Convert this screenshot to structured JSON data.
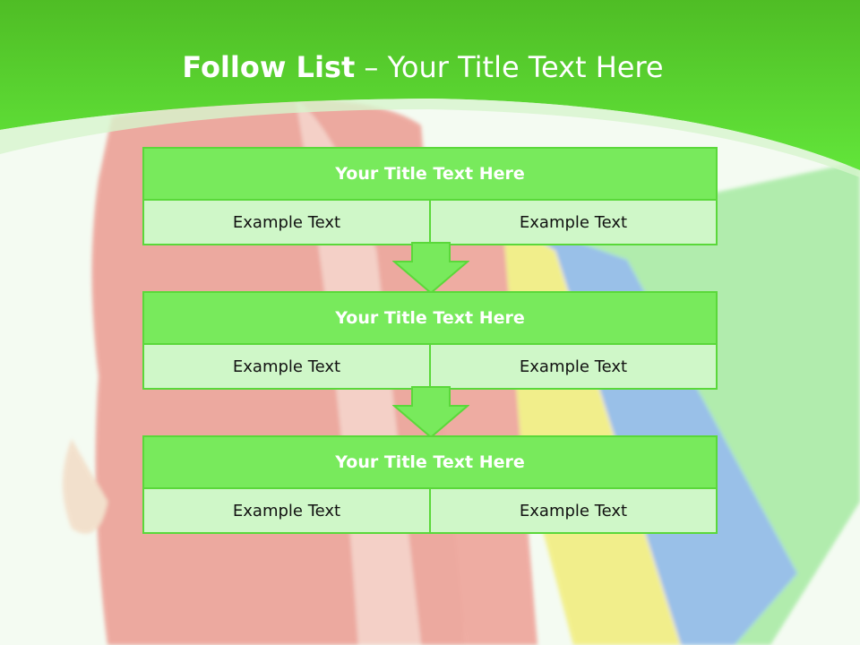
{
  "title": {
    "bold": "Follow List",
    "rest": "– Your Title Text Here"
  },
  "steps": [
    {
      "title": "Your Title Text Here",
      "left": "Example Text",
      "right": "Example Text"
    },
    {
      "title": "Your Title Text Here",
      "left": "Example Text",
      "right": "Example Text"
    },
    {
      "title": "Your Title Text Here",
      "left": "Example Text",
      "right": "Example Text"
    }
  ],
  "colors": {
    "accent": "#5ad83a",
    "header_fill": "#78ea5c",
    "cell_fill": "#cff7c8",
    "top_band": "#4cc626"
  },
  "icons": {
    "connector": "down-arrow-icon"
  }
}
